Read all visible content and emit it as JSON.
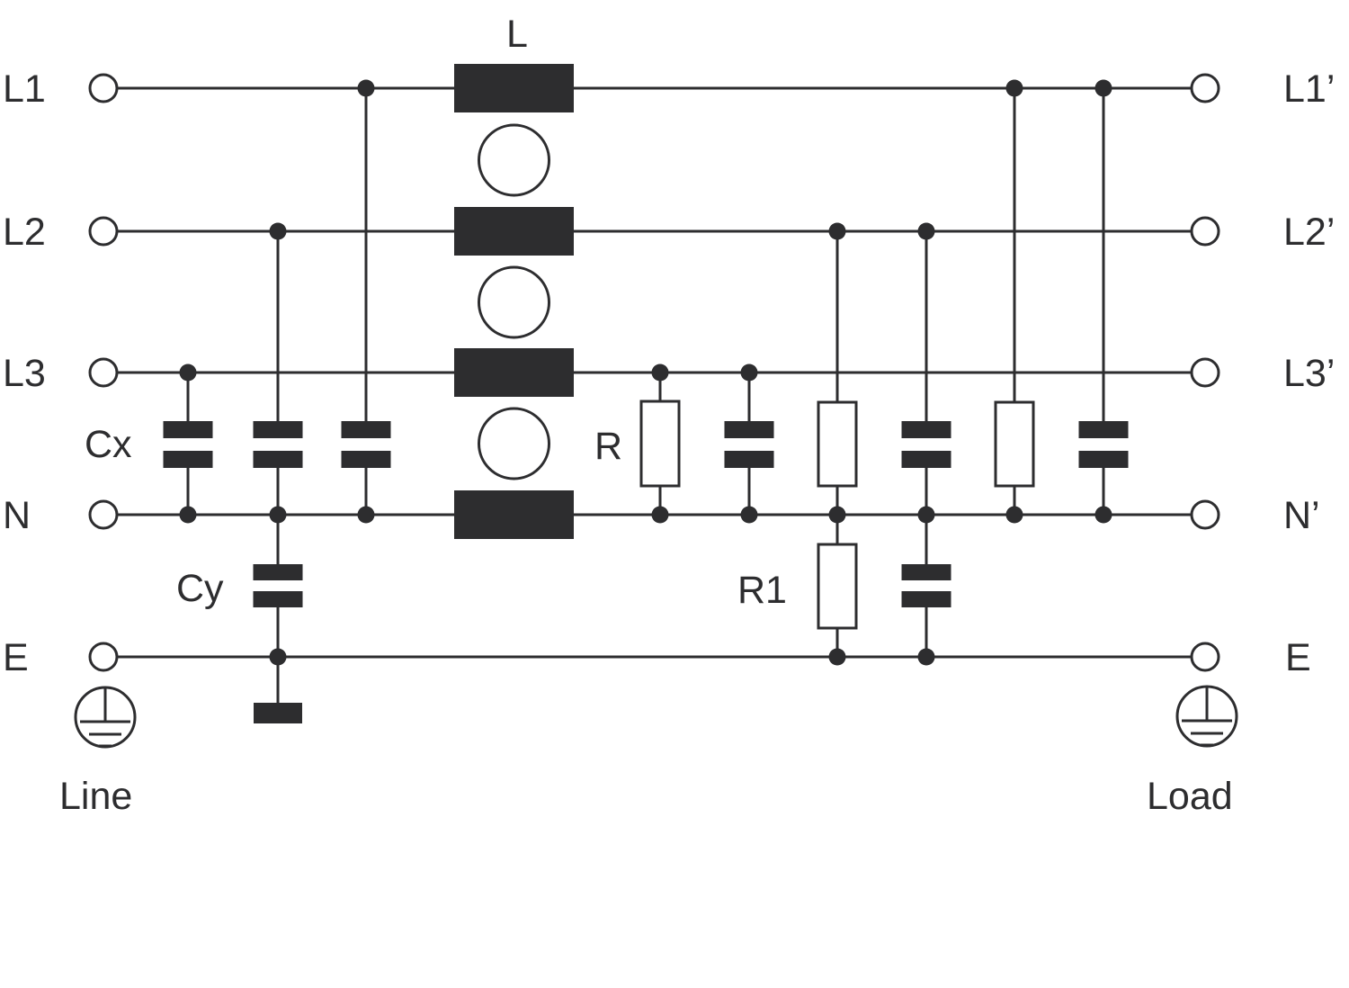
{
  "diagram": {
    "left_terminals": [
      "L1",
      "L2",
      "L3",
      "N",
      "E"
    ],
    "right_terminals": [
      "L1’",
      "L2’",
      "L3’",
      "N’",
      "E"
    ],
    "labels": {
      "inductor": "L",
      "cx": "Cx",
      "cy": "Cy",
      "r": "R",
      "r1": "R1",
      "line_side": "Line",
      "load_side": "Load"
    },
    "colors": {
      "ink": "#2d2d2f",
      "background": "#ffffff"
    }
  }
}
